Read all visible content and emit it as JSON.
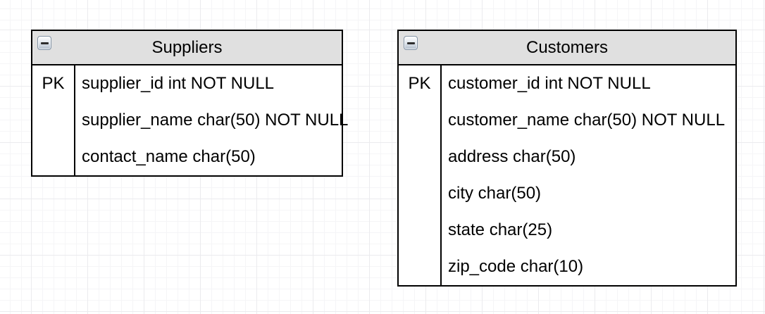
{
  "canvas": {
    "background_color": "#ffffff",
    "grid_minor_color": "#f5f5f7",
    "grid_major_color": "#ebebee"
  },
  "suppliers_table": {
    "title": "Suppliers",
    "collapse_icon": "minus",
    "border_color": "#000000",
    "header_fill": "#e0e0e0",
    "rows": [
      {
        "key": "PK",
        "field": "supplier_id int NOT NULL"
      },
      {
        "key": "",
        "field": "supplier_name char(50) NOT NULL"
      },
      {
        "key": "",
        "field": "contact_name char(50)"
      }
    ]
  },
  "customers_table": {
    "title": "Customers",
    "collapse_icon": "minus",
    "border_color": "#000000",
    "header_fill": "#e0e0e0",
    "rows": [
      {
        "key": "PK",
        "field": "customer_id int NOT NULL"
      },
      {
        "key": "",
        "field": "customer_name char(50) NOT NULL"
      },
      {
        "key": "",
        "field": "address char(50)"
      },
      {
        "key": "",
        "field": "city char(50)"
      },
      {
        "key": "",
        "field": "state char(25)"
      },
      {
        "key": "",
        "field": "zip_code char(10)"
      }
    ]
  }
}
